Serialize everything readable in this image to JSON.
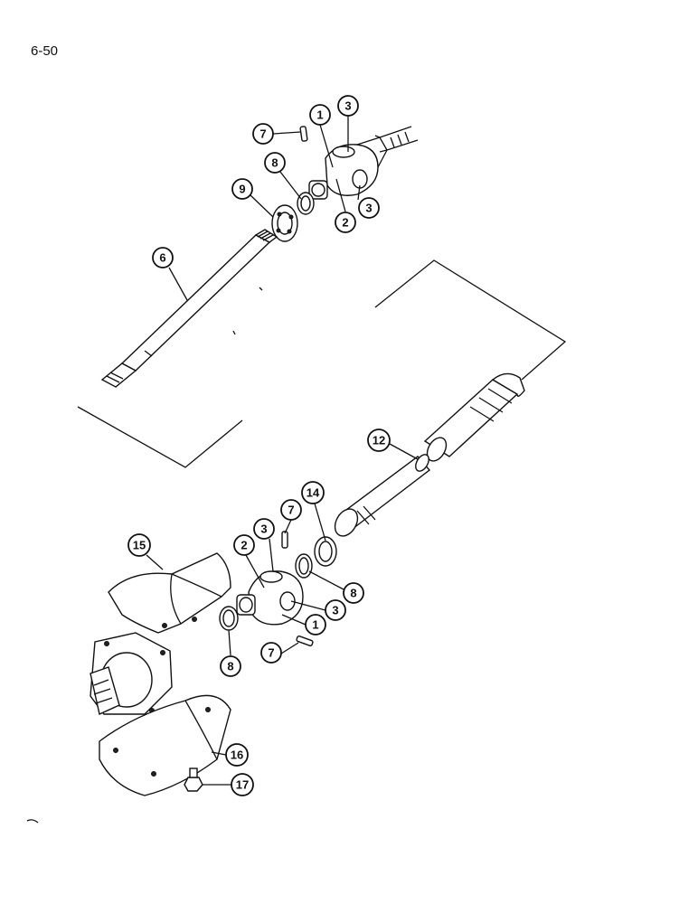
{
  "page": {
    "number": "6-50"
  },
  "callouts": [
    {
      "num": "1"
    },
    {
      "num": "3"
    },
    {
      "num": "7"
    },
    {
      "num": "8"
    },
    {
      "num": "9"
    },
    {
      "num": "2"
    },
    {
      "num": "3"
    },
    {
      "num": "6"
    },
    {
      "num": "12"
    },
    {
      "num": "14"
    },
    {
      "num": "7"
    },
    {
      "num": "3"
    },
    {
      "num": "2"
    },
    {
      "num": "15"
    },
    {
      "num": "8"
    },
    {
      "num": "3"
    },
    {
      "num": "1"
    },
    {
      "num": "7"
    },
    {
      "num": "8"
    },
    {
      "num": "16"
    },
    {
      "num": "17"
    }
  ]
}
